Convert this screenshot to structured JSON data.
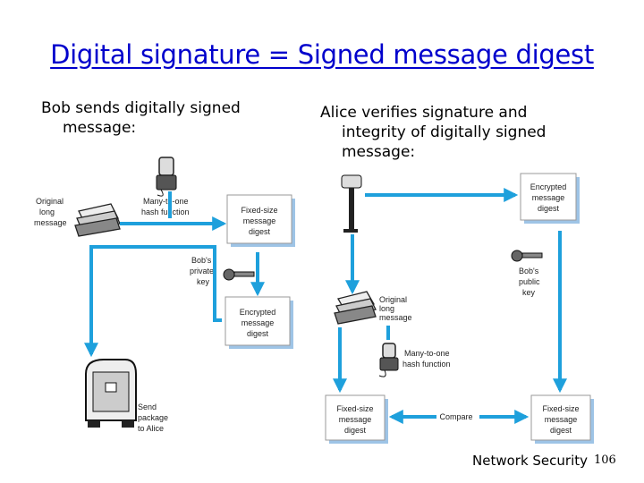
{
  "title": "Digital signature = Signed message digest",
  "left_text": "Bob sends digitally signed message:",
  "right_text": "Alice verifies signature and integrity of digitally signed message:",
  "footer": "Network Security",
  "page_number": "106",
  "colors": {
    "title": "#0000cc",
    "arrow": "#1ea0dc",
    "box_shadow": "#9ec4e6"
  },
  "bob": {
    "original_long": "Original",
    "original_long2": "long",
    "original_long3": "message",
    "hash_fn1": "Many-to-one",
    "hash_fn2": "hash function",
    "digest1": "Fixed-size",
    "digest2": "message",
    "digest3": "digest",
    "privkey1": "Bob's",
    "privkey2": "private",
    "privkey3": "key",
    "enc1": "Encrypted",
    "enc2": "message",
    "enc3": "digest",
    "send1": "Send",
    "send2": "package",
    "send3": "to Alice"
  },
  "alice": {
    "enc1": "Encrypted",
    "enc2": "message",
    "enc3": "digest",
    "pubkey1": "Bob's",
    "pubkey2": "public",
    "pubkey3": "key",
    "orig1": "Original",
    "orig2": "long",
    "orig3": "message",
    "hash_fn1": "Many-to-one",
    "hash_fn2": "hash function",
    "digestL1": "Fixed-size",
    "digestL2": "message",
    "digestL3": "digest",
    "compare": "Compare",
    "digestR1": "Fixed-size",
    "digestR2": "message",
    "digestR3": "digest"
  }
}
